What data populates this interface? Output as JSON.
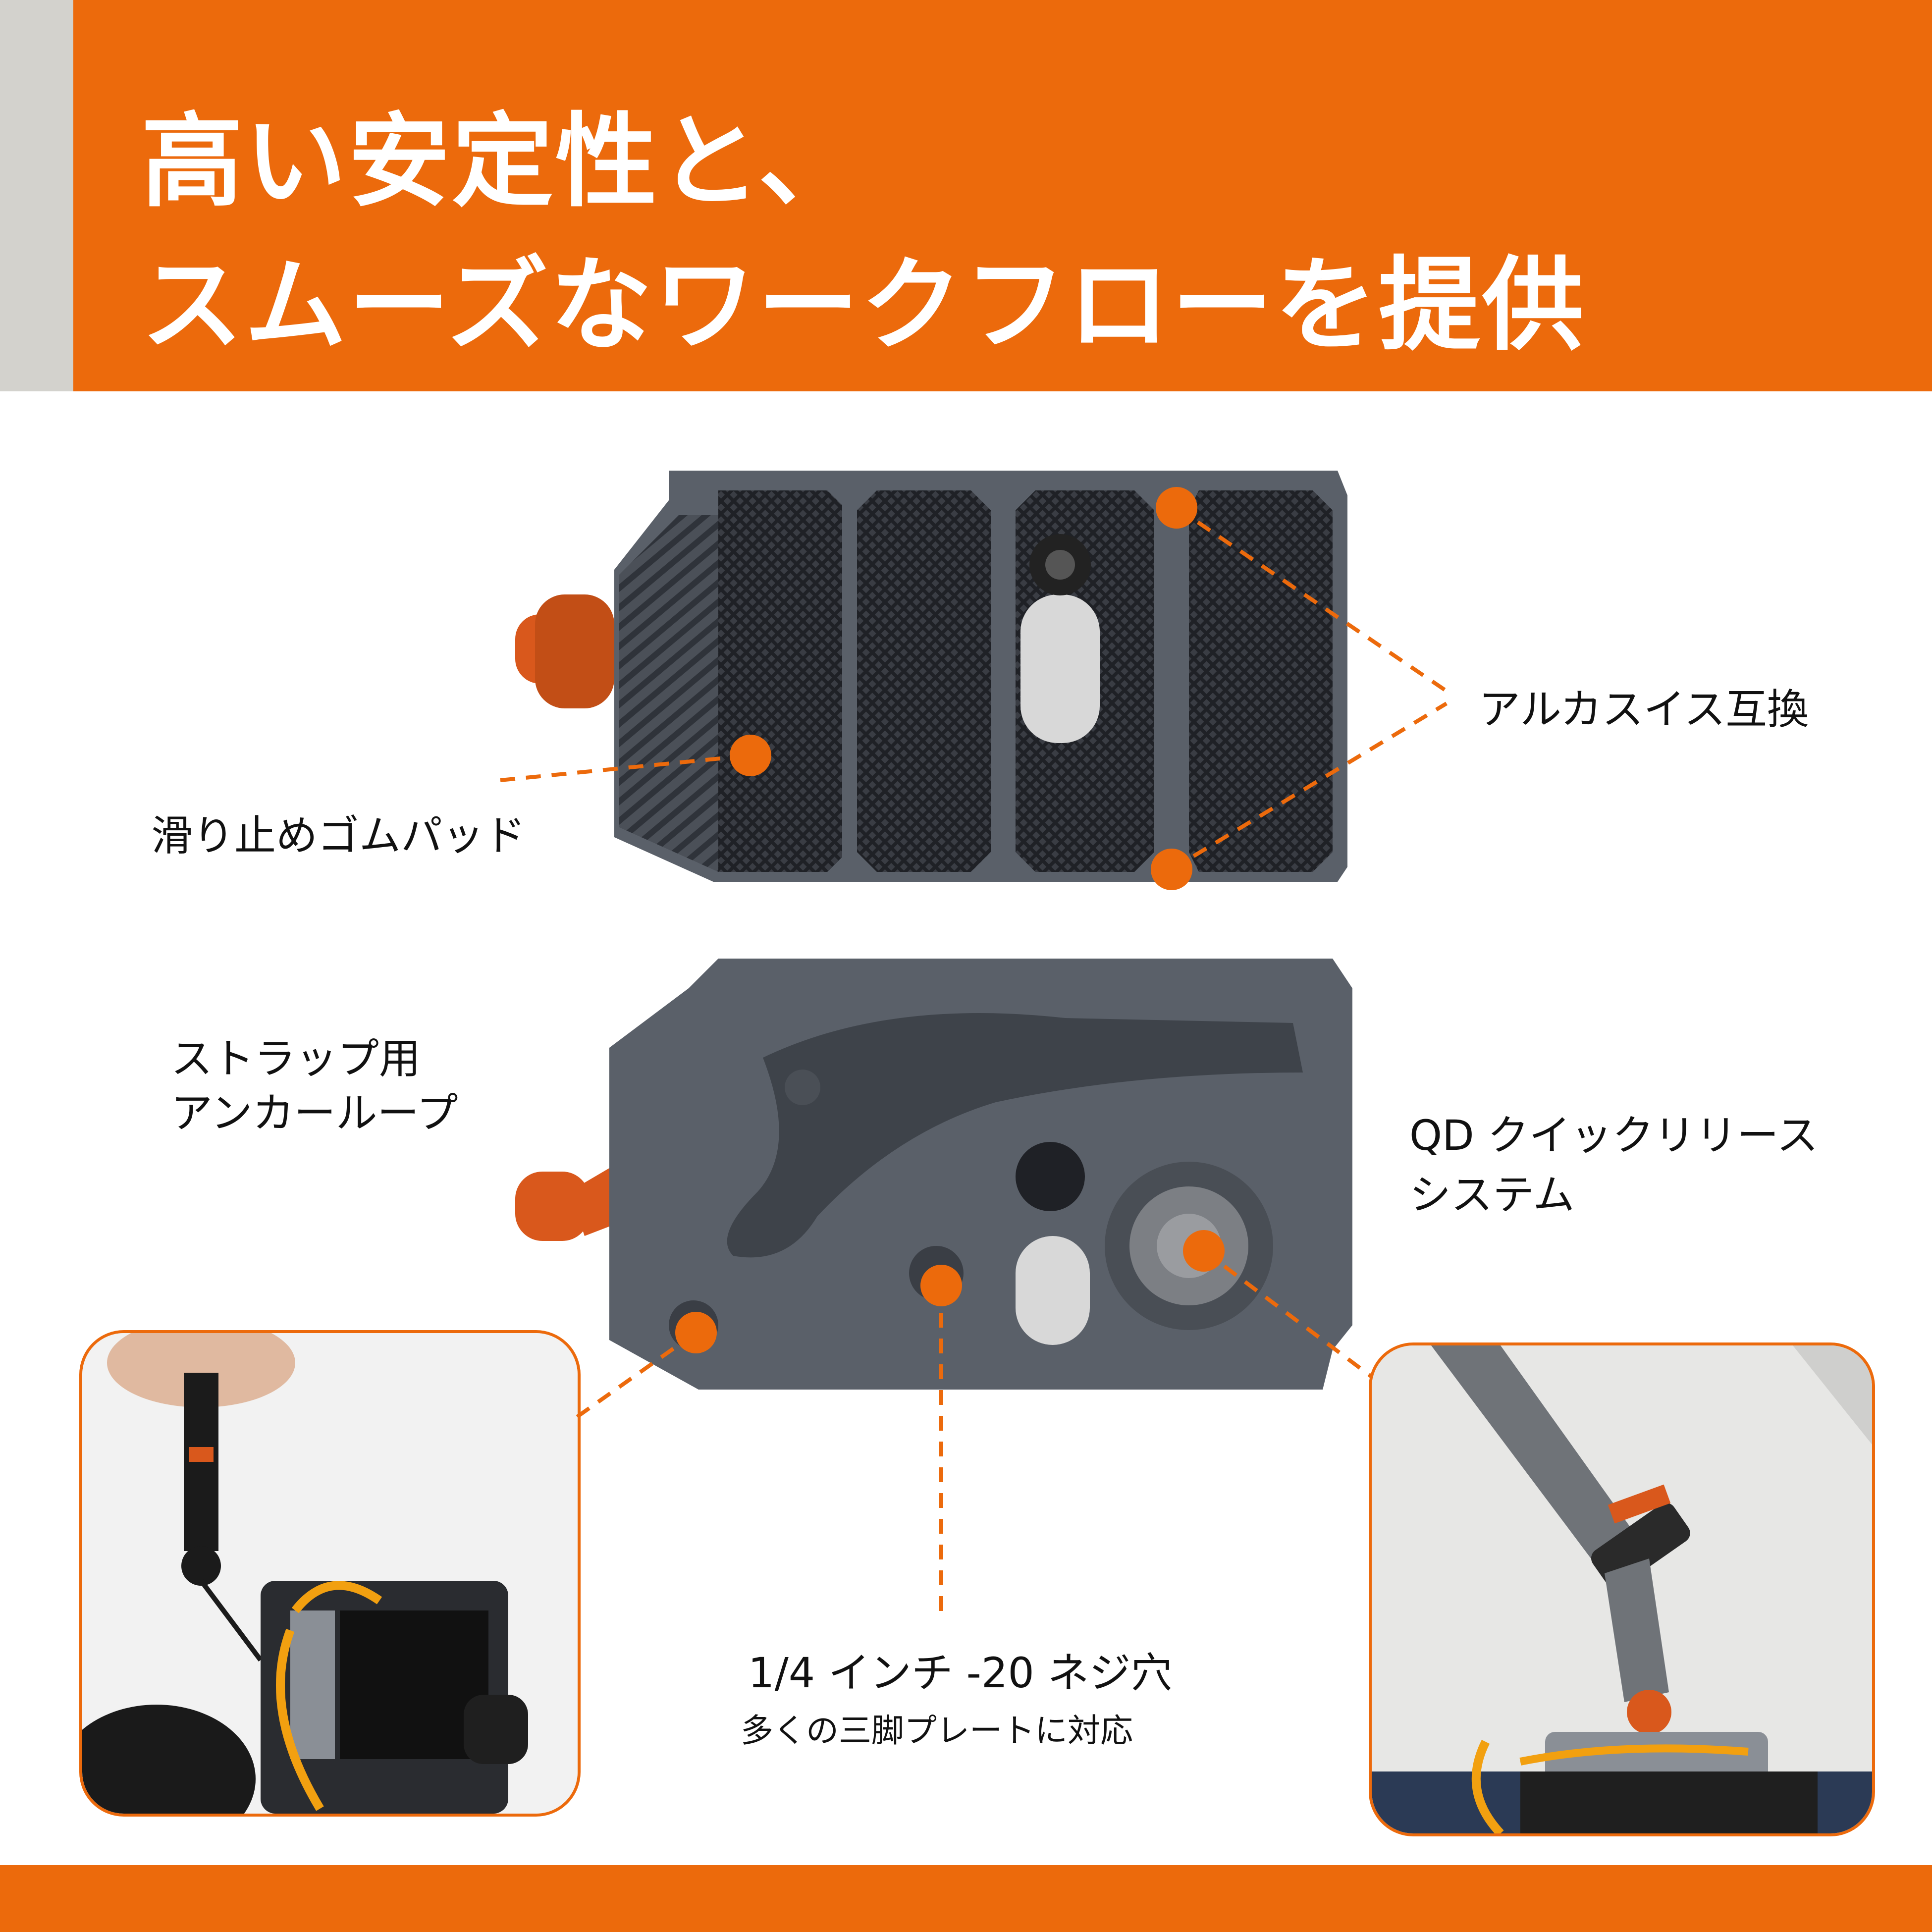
{
  "header": {
    "headline_line1": "高い安定性と、",
    "headline_line2": "スムーズなワークフローを提供"
  },
  "callouts": {
    "anti_slip": "滑り止めゴムパッド",
    "arca_swiss": "アルカスイス互換",
    "strap_anchor_line1": "ストラップ用",
    "strap_anchor_line2": "アンカーループ",
    "qd_line1": "QD クイックリリース",
    "qd_line2": "システム",
    "thread_title": "1/4 インチ -20 ネジ穴",
    "thread_sub": "多くの三脚プレートに対応"
  },
  "colors": {
    "accent": "#ec6a0c",
    "stripe": "#d3d2cd",
    "plate_gray": "#5a6069",
    "knob_orange": "#d9581c"
  },
  "icons": [
    "plate-top-view",
    "plate-bottom-view",
    "camera-strap-photo",
    "shoulder-strap-photo"
  ]
}
